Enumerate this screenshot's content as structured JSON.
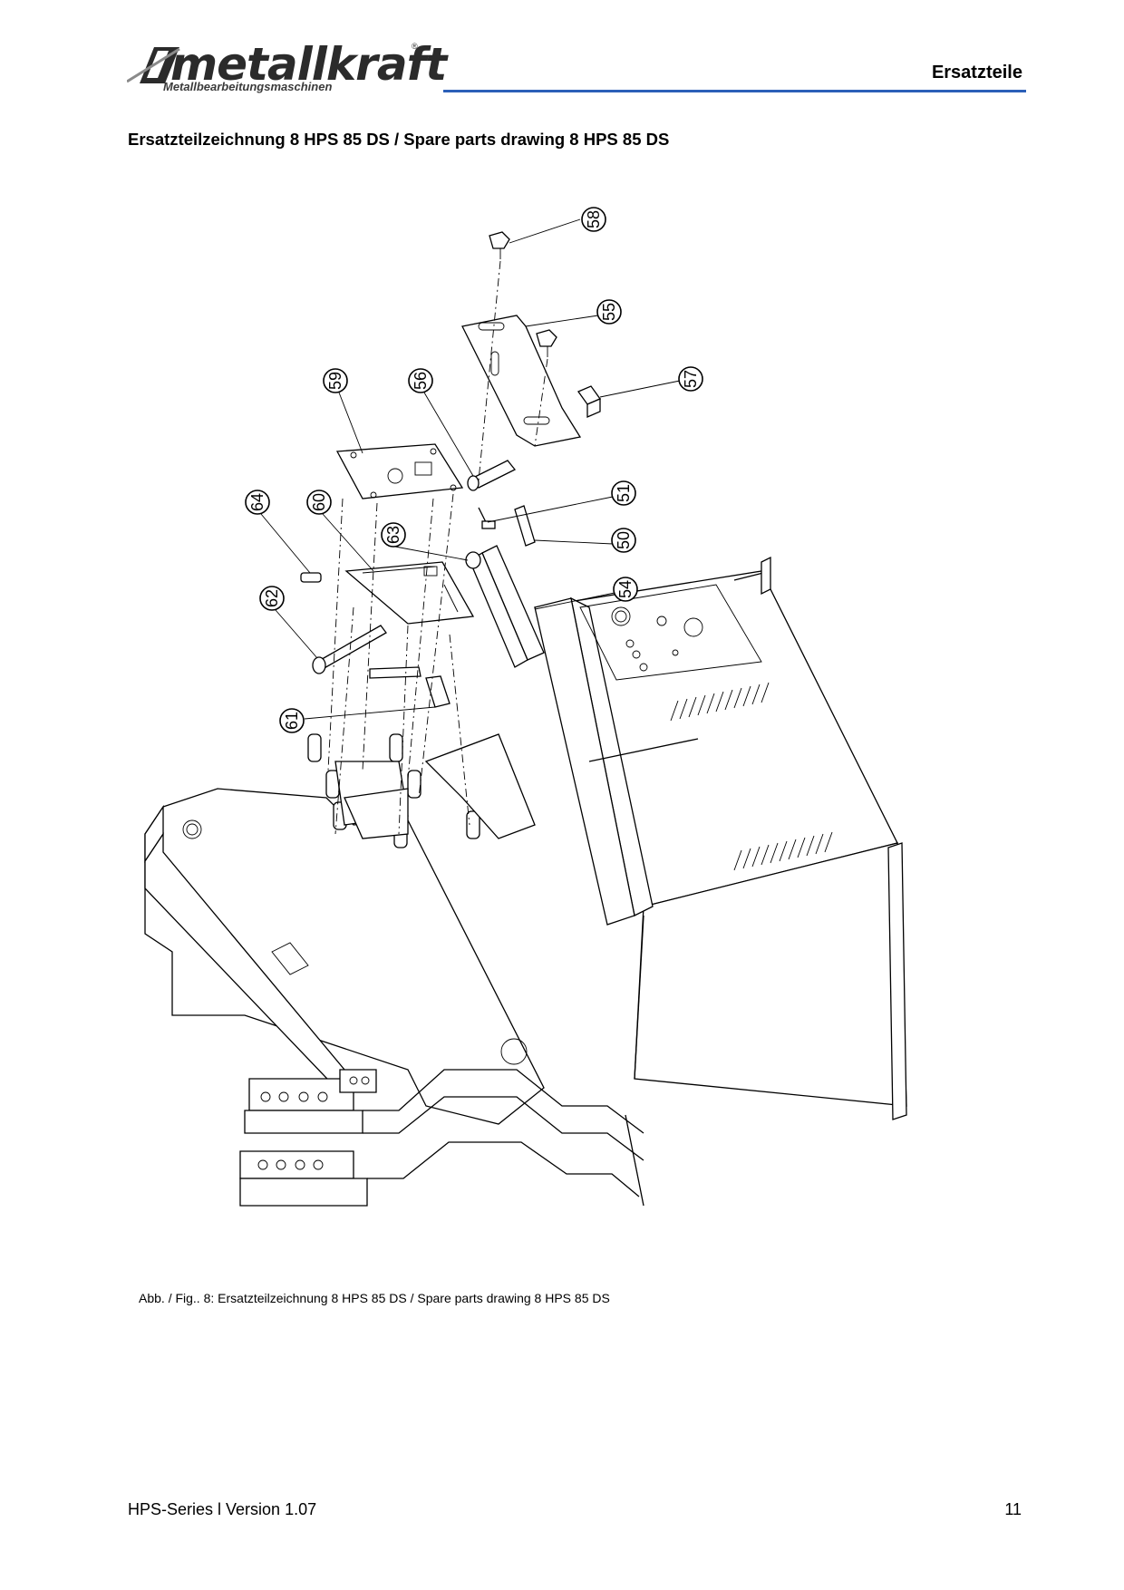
{
  "header": {
    "logo_word": "metallkraft",
    "logo_registered": "®",
    "logo_tagline": "Metallbearbeitungsmaschinen",
    "section": "Ersatzteile",
    "rule_color": "#2c5fb8"
  },
  "page_heading": "Ersatzteilzeichnung 8 HPS 85 DS / Spare parts drawing 8 HPS 85 DS",
  "drawing": {
    "callouts": [
      "58",
      "55",
      "57",
      "59",
      "56",
      "51",
      "64",
      "60",
      "63",
      "50",
      "54",
      "62",
      "61"
    ]
  },
  "caption": "Abb. / Fig.. 8: Ersatzteilzeichnung 8 HPS 85 DS / Spare parts drawing 8 HPS 85 DS",
  "footer": {
    "left": "HPS-Series l Version 1.07",
    "page_number": "11"
  }
}
